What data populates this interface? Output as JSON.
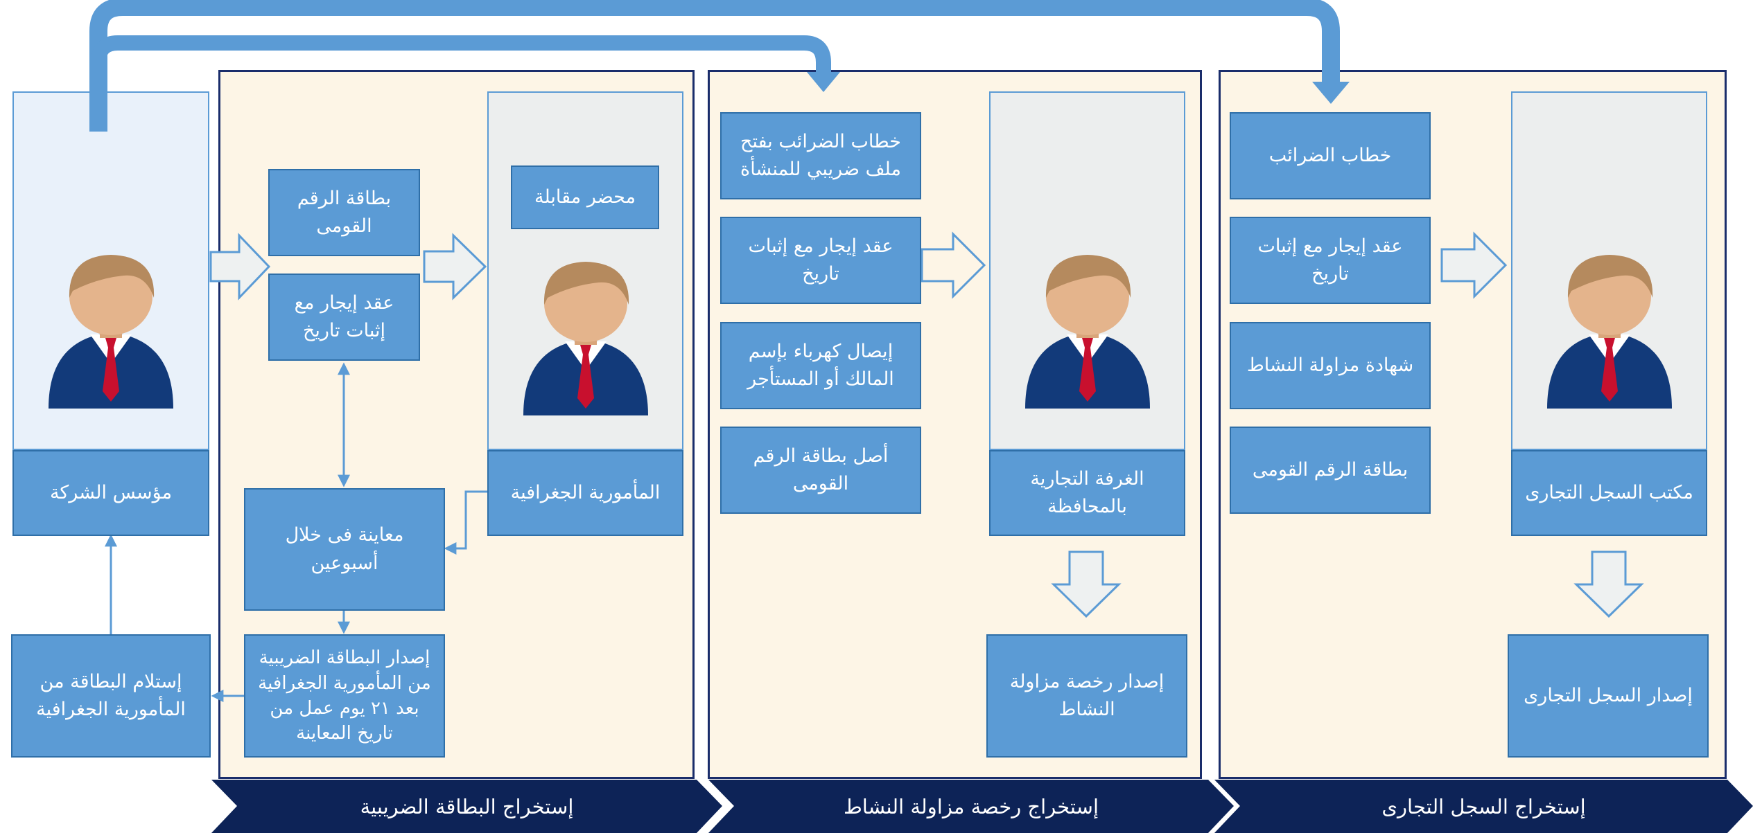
{
  "sections": {
    "commercial_registry": {
      "title": "إستخراج السجل التجارى",
      "authority": "مكتب السجل التجارى",
      "documents": [
        "خطاب الضرائب",
        "عقد إيجار مع إثبات تاريخ",
        "شهادة مزاولة النشاط",
        "بطاقة الرقم القومى"
      ],
      "output": "إصدار السجل التجارى"
    },
    "activity_license": {
      "title": "إستخراج رخصة مزاولة النشاط",
      "authority": "الغرفة التجارية بالمحافظة",
      "documents": [
        "خطاب الضرائب بفتح ملف ضريبي للمنشأة",
        "عقد إيجار مع إثبات تاريخ",
        "إيصال كهرباء بإسم المالك أو المستأجر",
        "أصل بطاقة الرقم القومى"
      ],
      "output": "إصدار رخصة مزاولة النشاط"
    },
    "tax_card": {
      "title": "إستخراج البطاقة الضريبية",
      "authority": "المأمورية الجغرافية",
      "interview": "محضر مقابلة",
      "documents": [
        "بطاقة الرقم القومى",
        "عقد إيجار مع إثبات تاريخ"
      ],
      "inspection": "معاينة فى خلال أسبوعين",
      "issuance": "إصدار البطاقة الضريبية من المأمورية الجغرافية بعد ٢١ يوم عمل من تاريخ المعاينة"
    }
  },
  "founder": {
    "label": "مؤسس الشركة",
    "receipt": "إستلام البطاقة من المأمورية الجغرافية"
  },
  "colors": {
    "box_fill": "#5b9bd5",
    "panel_fill": "#fdf5e6",
    "panel_border": "#1a2d6b",
    "band_fill": "#0d2357",
    "connector": "#5b9bd5",
    "suit": "#123a7a",
    "tie": "#c8102e"
  }
}
